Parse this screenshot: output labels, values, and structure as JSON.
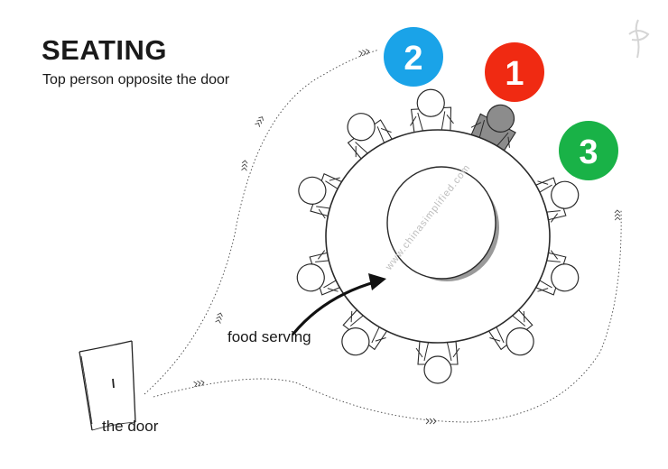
{
  "title": "SEATING",
  "subtitle": "Top person opposite the door",
  "labels": {
    "food_serving": "food serving",
    "door": "the door"
  },
  "watermark": "www.chinasimplified.com",
  "badges": [
    {
      "number": "1",
      "color": "#f02a12",
      "meaning": "seat of honor"
    },
    {
      "number": "2",
      "color": "#1aa3e8",
      "meaning": "second seat"
    },
    {
      "number": "3",
      "color": "#19b247",
      "meaning": "third seat"
    }
  ],
  "colors": {
    "seat_fill": "#ffffff",
    "honor_seat_fill": "#8c8c8c",
    "outline": "#2a2a2a",
    "plate_shadow": "#9a9a9a"
  }
}
